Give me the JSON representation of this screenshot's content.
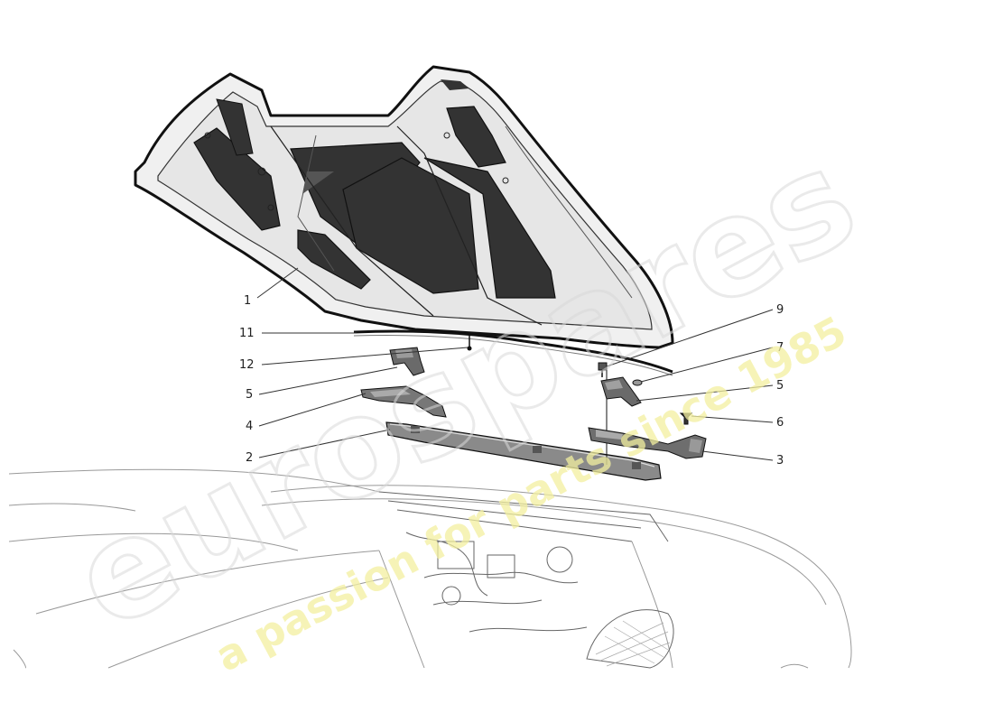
{
  "callouts": [
    {
      "id": "1",
      "label": "1"
    },
    {
      "id": "11",
      "label": "11"
    },
    {
      "id": "12",
      "label": "12"
    },
    {
      "id": "5a",
      "label": "5"
    },
    {
      "id": "4",
      "label": "4"
    },
    {
      "id": "2",
      "label": "2"
    },
    {
      "id": "9",
      "label": "9"
    },
    {
      "id": "7",
      "label": "7"
    },
    {
      "id": "5b",
      "label": "5"
    },
    {
      "id": "6",
      "label": "6"
    },
    {
      "id": "3",
      "label": "3"
    }
  ],
  "watermark": {
    "brand": "eurospares",
    "tagline": "a passion for parts since 1985",
    "brand_color": "#d9d9d9",
    "tagline_color": "#f3f0a0"
  },
  "colors": {
    "insulation": "#333333",
    "hood_fill": "#f0f0f0",
    "line": "#111111"
  }
}
